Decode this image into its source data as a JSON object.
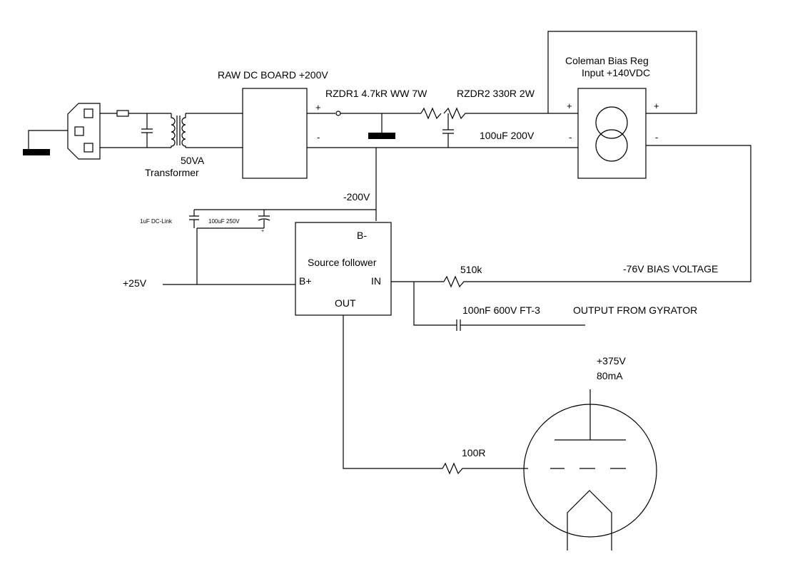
{
  "labels": {
    "raw_dc_board": "RAW DC BOARD +200V",
    "rzdr1": "RZDR1 4.7kR WW 7W",
    "rzdr2": "RZDR2 330R 2W",
    "coleman_line1": "Coleman Bias Reg",
    "coleman_line2": "Input +140VDC",
    "cap_100uf_200v": "100uF 200V",
    "transformer_va": "50VA",
    "transformer_name": "Transformer",
    "neg_200v": "-200V",
    "dc_link": "1uF DC-Link",
    "cap_100uf_250v": "100uF 250V",
    "b_minus": "B-",
    "source_follower": "Source follower",
    "b_plus": "B+",
    "in": "IN",
    "out": "OUT",
    "plus_25v": "+25V",
    "r_510k": "510k",
    "bias_voltage": "-76V BIAS VOLTAGE",
    "cap_100nf": "100nF 600V FT-3",
    "output_from_gyrator": "OUTPUT FROM GYRATOR",
    "plus_375v": "+375V",
    "current_80ma": "80mA",
    "r_100r": "100R"
  },
  "terminals": {
    "raw_plus": "+",
    "raw_minus": "-",
    "reg_in_plus": "+",
    "reg_in_minus": "-",
    "reg_out_plus": "+",
    "reg_out_minus": "-"
  }
}
